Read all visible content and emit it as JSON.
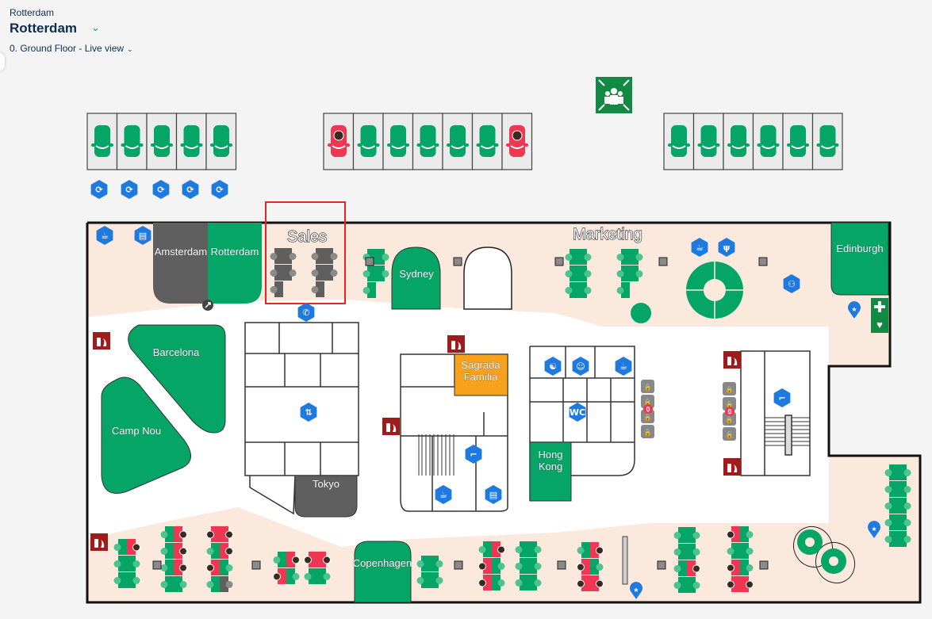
{
  "header": {
    "breadcrumb": "Rotterdam",
    "title": "Rotterdam",
    "floor_selector": "0. Ground Floor - Live view"
  },
  "colors": {
    "available": "#04a567",
    "occupied": "#ef3754",
    "unavailable": "#5f5f5f",
    "reserved": "#f7a11d",
    "icon_blue": "#1f7ae0",
    "zone_fill": "#fbe9dd",
    "fire_red": "#9e1c1c",
    "safety_green": "#138a44",
    "selection": "#e32525",
    "parking_bg": "#ebebeb"
  },
  "zones": [
    {
      "name": "Sales",
      "selected": true
    },
    {
      "name": "Marketing",
      "selected": false
    }
  ],
  "rooms": [
    {
      "name": "Amsterdam",
      "status": "unavailable"
    },
    {
      "name": "Rotterdam",
      "status": "available"
    },
    {
      "name": "Sydney",
      "status": "available"
    },
    {
      "name": "Edinburgh",
      "status": "available"
    },
    {
      "name": "Barcelona",
      "status": "available"
    },
    {
      "name": "Camp Nou",
      "status": "available"
    },
    {
      "name": "Tokyo",
      "status": "unavailable"
    },
    {
      "name": "Sagrada Família",
      "status": "reserved"
    },
    {
      "name": "Hong Kong",
      "status": "available"
    },
    {
      "name": "Copenhagen",
      "status": "available"
    }
  ],
  "parking": {
    "left_row": [
      "available",
      "available",
      "available",
      "available",
      "available"
    ],
    "middle_row": [
      "occupied",
      "available",
      "available",
      "available",
      "available",
      "available",
      "occupied"
    ],
    "right_row": [
      "available",
      "available",
      "available",
      "available",
      "available",
      "available"
    ],
    "ev_chargers": 5
  },
  "lockers": {
    "bank_1_count": 0,
    "bank_2_count": 0
  },
  "labels": {
    "wc": "WC"
  },
  "desk_blocks": {
    "bottom_left_1": [
      "available",
      "occupied",
      "available",
      "available",
      "available",
      "available"
    ],
    "bottom_left_2": [
      "available",
      "occupied",
      "available",
      "occupied",
      "available",
      "occupied",
      "available",
      "available"
    ],
    "bottom_left_3": [
      "occupied",
      "occupied",
      "available",
      "occupied",
      "occupied",
      "available",
      "available",
      "unavailable"
    ],
    "bottom_mid_1": [
      "available",
      "occupied",
      "occupied",
      "available"
    ],
    "bottom_mid_2": [
      "occupied",
      "occupied",
      "available",
      "available"
    ],
    "bottom_mid_3": [
      "available",
      "available",
      "available",
      "available"
    ],
    "bottom_mid_4": [
      "available",
      "occupied",
      "occupied",
      "available",
      "occupied",
      "available"
    ],
    "bottom_mid_5": [
      "available",
      "available",
      "available",
      "available",
      "available",
      "available"
    ],
    "bottom_mid_6": [
      "available",
      "occupied",
      "occupied",
      "available",
      "occupied",
      "occupied"
    ],
    "bottom_right_1": [
      "available",
      "available",
      "available",
      "available",
      "available",
      "occupied",
      "available",
      "available"
    ],
    "bottom_right_2": [
      "occupied",
      "available",
      "available",
      "available",
      "occupied",
      "available",
      "occupied",
      "occupied"
    ],
    "right_column": [
      "available",
      "available",
      "available",
      "available",
      "available",
      "available",
      "available",
      "available",
      "available",
      "available"
    ],
    "sales_1": [
      "unavailable",
      "unavailable",
      "unavailable",
      "unavailable",
      "unavailable"
    ],
    "sales_2": [
      "unavailable",
      "unavailable",
      "unavailable",
      "unavailable",
      "unavailable"
    ],
    "near_sydney": [
      "available",
      "available",
      "available",
      "available",
      "available"
    ],
    "marketing_1": [
      "available",
      "available",
      "available",
      "available",
      "available",
      "available"
    ],
    "marketing_2": [
      "available",
      "available",
      "available",
      "available",
      "available"
    ]
  }
}
